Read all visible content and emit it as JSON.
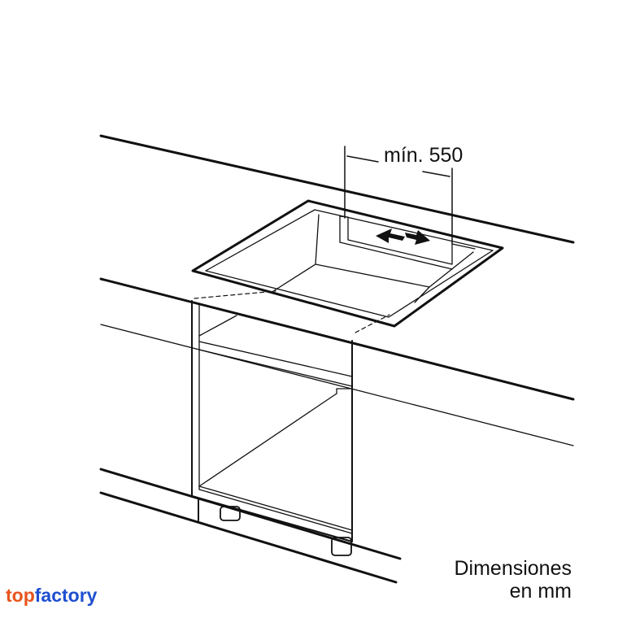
{
  "dimension": {
    "label": "mín. 550"
  },
  "units": {
    "line1": "Dimensiones",
    "line2": "en mm"
  },
  "brand": {
    "part1": "top",
    "part2": "factory",
    "colors": {
      "part1": "#e8541c",
      "part2": "#1f4fd0"
    }
  }
}
